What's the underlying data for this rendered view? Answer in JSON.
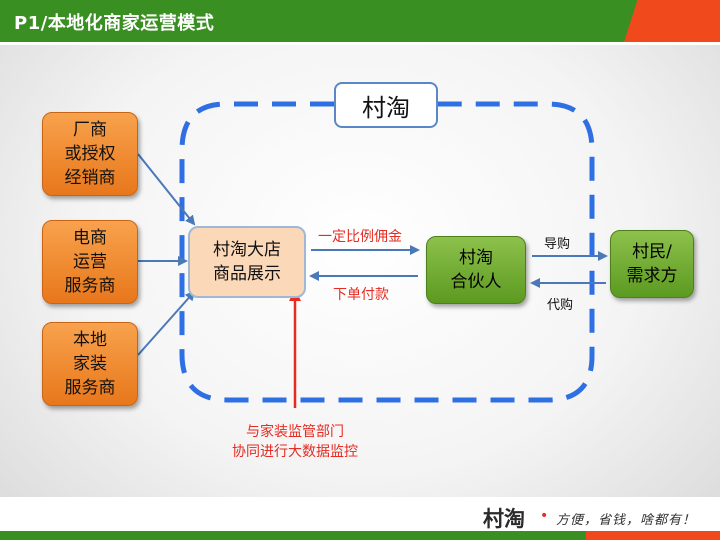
{
  "header": {
    "title": "P1/本地化商家运营模式"
  },
  "diagram": {
    "boundary_label": "村淘",
    "sources": [
      {
        "id": "factory",
        "label": "厂商\n或授权\n经销商"
      },
      {
        "id": "ecommerce",
        "label": "电商\n运营\n服务商"
      },
      {
        "id": "local",
        "label": "本地\n家装\n服务商"
      }
    ],
    "store": {
      "label": "村淘大店\n商品展示"
    },
    "partner": {
      "label": "村淘\n合伙人"
    },
    "villager": {
      "label": "村民/\n需求方"
    },
    "edges": {
      "commission": "一定比例佣金",
      "order": "下单付款",
      "guide": "导购",
      "agent_buy": "代购",
      "monitor": "与家装监管部门\n协同进行大数据监控"
    },
    "colors": {
      "dashed_border": "#2f6fe4",
      "arrow_blue": "#4a78b8",
      "arrow_red": "#e52b22"
    }
  },
  "footer": {
    "brand": "村淘",
    "dot": "•",
    "slogan": "方便，省钱，啥都有！"
  }
}
